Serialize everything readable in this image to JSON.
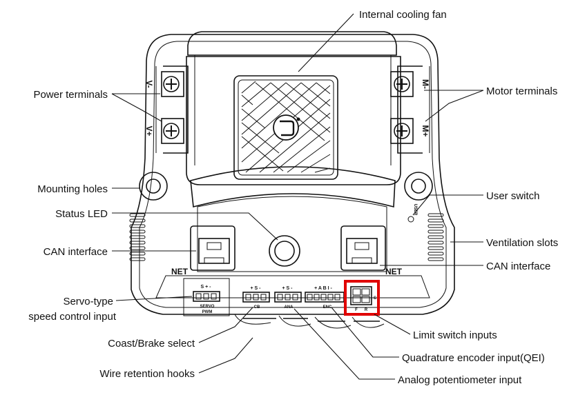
{
  "labels": {
    "internal_cooling_fan": "Internal cooling fan",
    "power_terminals": "Power terminals",
    "motor_terminals": "Motor terminals",
    "mounting_holes": "Mounting holes",
    "user_switch": "User switch",
    "status_led": "Status LED",
    "ventilation_slots": "Ventilation slots",
    "can_interface_left": "CAN interface",
    "can_interface_right": "CAN interface",
    "servo_input_line1": "Servo-type",
    "servo_input_line2": "speed control input",
    "limit_switch_inputs": "Limit switch inputs",
    "coast_brake_select": "Coast/Brake select",
    "quadrature_encoder": "Quadrature encoder input(QEI)",
    "wire_retention_hooks": "Wire retention hooks",
    "analog_pot": "Analog potentiometer input"
  },
  "device": {
    "terminal_v_minus": "V-",
    "terminal_v_plus": "V+",
    "terminal_m_minus": "M-",
    "terminal_m_plus": "M+",
    "net_left": "NET",
    "net_right": "NET",
    "user_text": "USER",
    "servo_pins": "S + -",
    "servo_name": "SERVO",
    "servo_sub": "PWM",
    "cb_pins": "+ S -",
    "cb_name": "CB",
    "ana_pins": "+ S -",
    "ana_name": "ANA",
    "enc_pins": "+ A B I -",
    "enc_name": "ENC",
    "limit_f": "F",
    "limit_r": "R",
    "limit_s": "S"
  },
  "highlight_color": "#e00000"
}
